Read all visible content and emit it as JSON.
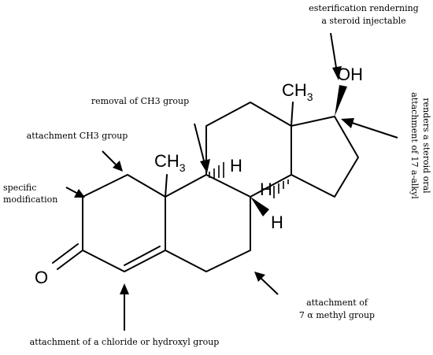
{
  "annotations": {
    "esterification": [
      "esterification renderning",
      "a steroid injectable"
    ],
    "removal_ch3": "removal of CH3 group",
    "attachment_ch3": "attachment CH3 group",
    "specific_modification": [
      "specific",
      "modification"
    ],
    "alkyl_17": [
      "attachment of 17 a-alkyl",
      "renders a steroid oral"
    ],
    "methyl_7a": [
      "attachment of",
      "7 α methyl group"
    ],
    "chloride_hydroxyl": "attachment of a chloride or hydroxyl group"
  },
  "molecule": {
    "oxygen": "O",
    "methyl_c10": "CH",
    "methyl_c10_sub": "3",
    "methyl_c13": "CH",
    "methyl_c13_sub": "3",
    "hydroxyl": "OH",
    "h9": "H",
    "h8": "H",
    "h14": "H"
  },
  "colors": {
    "ink": "#000000",
    "background": "#ffffff"
  }
}
